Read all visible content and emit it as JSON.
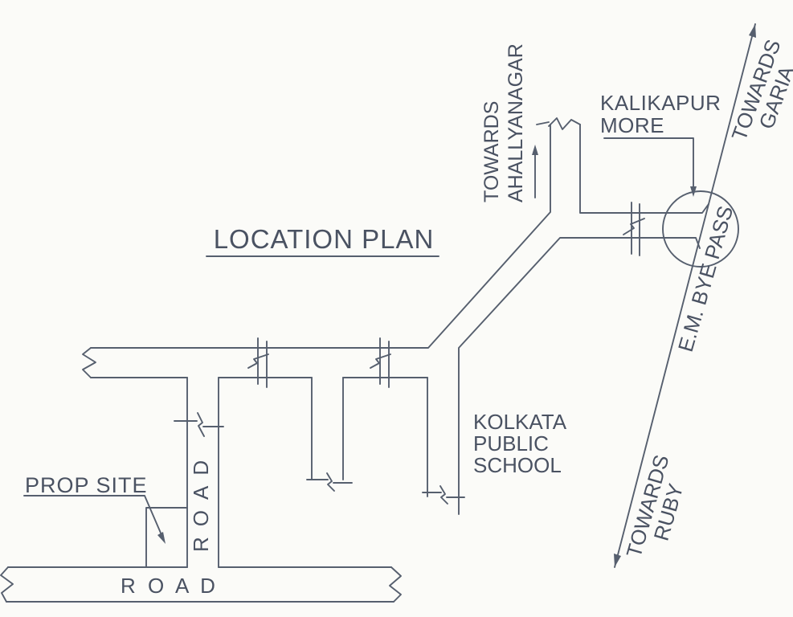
{
  "drawing": {
    "title": "LOCATION PLAN",
    "labels": {
      "towards_ahallyanagar": "TOWARDS\nAHALLYANAGAR",
      "kalikapur_more": "KALIKAPUR\nMORE",
      "towards_garia": "TOWARDS GARIA",
      "em_bye_pass": "E.M. BYE PASS",
      "towards_ruby": "TOWARDS RUBY",
      "kolkata_public_school": "KOLKATA\nPUBLIC\nSCHOOL",
      "prop_site": "PROP SITE",
      "road_vertical": "ROAD",
      "road_horizontal": "R O A D"
    },
    "colors": {
      "ink": "#4a5262",
      "line": "#565f6e",
      "paper": "#fbfbf8"
    }
  }
}
